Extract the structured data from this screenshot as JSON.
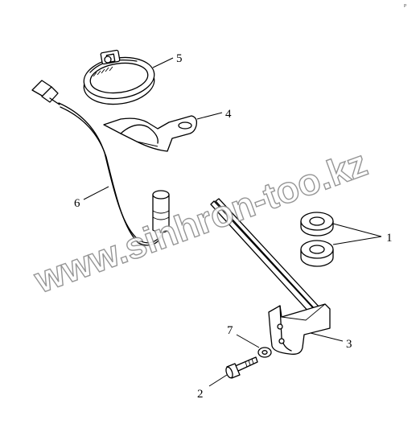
{
  "diagram": {
    "callouts": [
      "1",
      "2",
      "3",
      "4",
      "5",
      "6",
      "7"
    ],
    "watermark": "www.sinhron-too.kz",
    "corner_mark": "P"
  }
}
